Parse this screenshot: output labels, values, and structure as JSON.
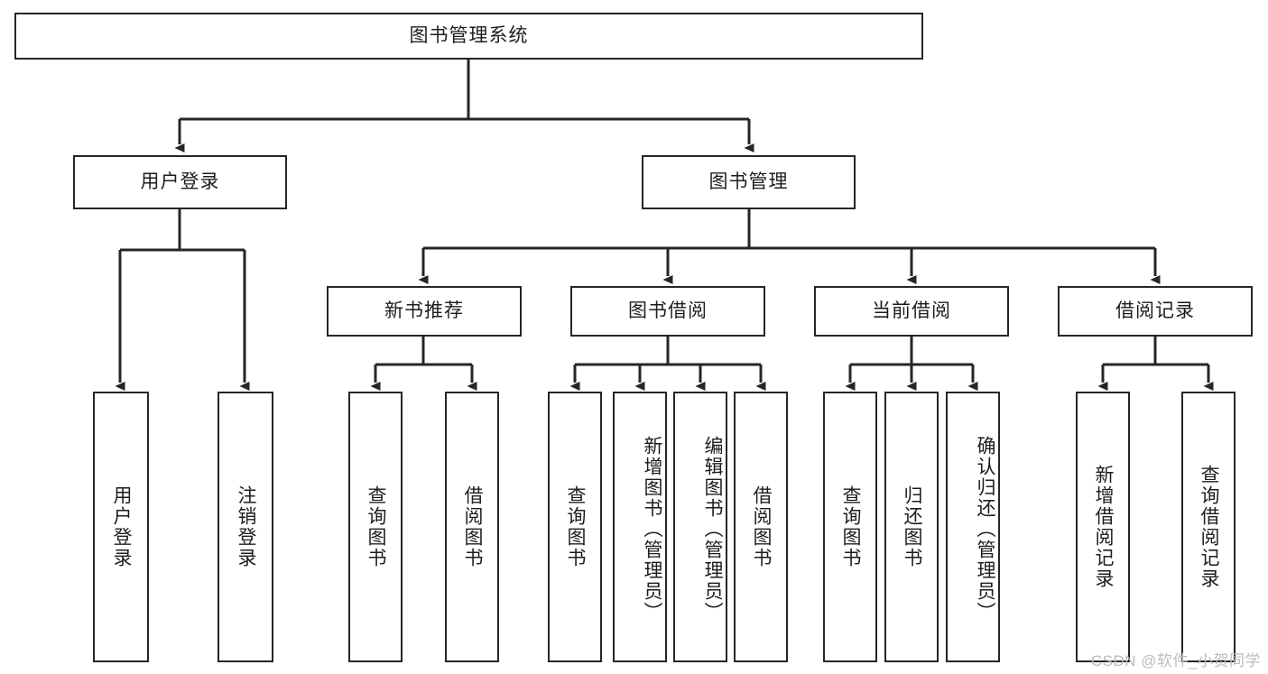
{
  "diagram": {
    "title": "图书管理系统",
    "type": "tree",
    "levels": [
      {
        "level": 1,
        "nodes": [
          {
            "id": "root",
            "label": "图书管理系统",
            "orientation": "horizontal"
          }
        ]
      },
      {
        "level": 2,
        "nodes": [
          {
            "id": "user-login",
            "label": "用户登录",
            "orientation": "horizontal"
          },
          {
            "id": "book-manage",
            "label": "图书管理",
            "orientation": "horizontal"
          }
        ]
      },
      {
        "level": 3,
        "nodes": [
          {
            "id": "new-book-rec",
            "label": "新书推荐",
            "orientation": "horizontal"
          },
          {
            "id": "book-borrow",
            "label": "图书借阅",
            "orientation": "horizontal"
          },
          {
            "id": "current-borrow",
            "label": "当前借阅",
            "orientation": "horizontal"
          },
          {
            "id": "borrow-record",
            "label": "借阅记录",
            "orientation": "horizontal"
          }
        ]
      },
      {
        "level": 4,
        "nodes": [
          {
            "id": "leaf-user-login",
            "label": "用户登录",
            "orientation": "vertical",
            "parent": "user-login"
          },
          {
            "id": "leaf-logout",
            "label": "注销登录",
            "orientation": "vertical",
            "parent": "user-login"
          },
          {
            "id": "leaf-query-book-1",
            "label": "查询图书",
            "orientation": "vertical",
            "parent": "new-book-rec"
          },
          {
            "id": "leaf-borrow-book-1",
            "label": "借阅图书",
            "orientation": "vertical",
            "parent": "new-book-rec"
          },
          {
            "id": "leaf-query-book-2",
            "label": "查询图书",
            "orientation": "vertical",
            "parent": "book-borrow"
          },
          {
            "id": "leaf-add-book",
            "label": "新增图书（管理员）",
            "orientation": "vertical",
            "parent": "book-borrow"
          },
          {
            "id": "leaf-edit-book",
            "label": "编辑图书（管理员）",
            "orientation": "vertical",
            "parent": "book-borrow"
          },
          {
            "id": "leaf-borrow-book-2",
            "label": "借阅图书",
            "orientation": "vertical",
            "parent": "book-borrow"
          },
          {
            "id": "leaf-query-book-3",
            "label": "查询图书",
            "orientation": "vertical",
            "parent": "current-borrow"
          },
          {
            "id": "leaf-return-book",
            "label": "归还图书",
            "orientation": "vertical",
            "parent": "current-borrow"
          },
          {
            "id": "leaf-confirm-return",
            "label": "确认归还（管理员）",
            "orientation": "vertical",
            "parent": "current-borrow"
          },
          {
            "id": "leaf-add-record",
            "label": "新增借阅记录",
            "orientation": "vertical",
            "parent": "borrow-record"
          },
          {
            "id": "leaf-query-record",
            "label": "查询借阅记录",
            "orientation": "vertical",
            "parent": "borrow-record"
          }
        ]
      }
    ],
    "colors": {
      "stroke": "#23272b",
      "fill": "#ffffff",
      "text": "#1b1e21",
      "watermark": "#b9bcc0"
    }
  },
  "watermark": {
    "text": "CSDN @软件_小贺同学"
  }
}
